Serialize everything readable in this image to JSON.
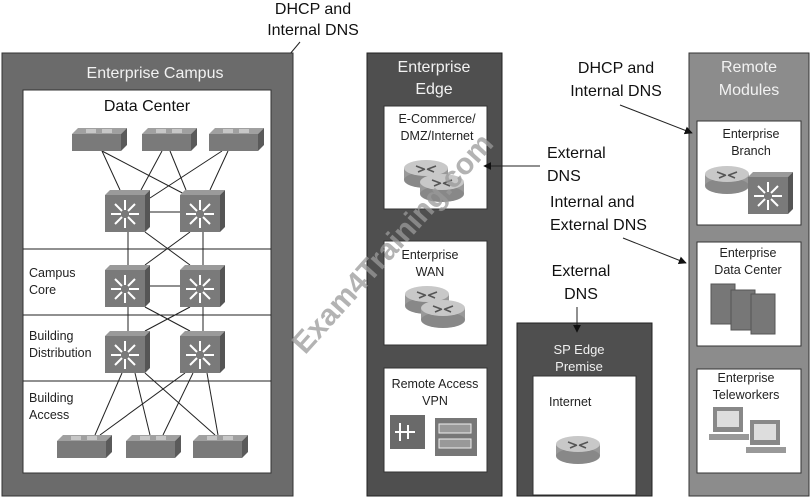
{
  "annotations": {
    "top_dhcp": [
      "DHCP and",
      "Internal DNS"
    ],
    "right_dhcp": [
      "DHCP and",
      "Internal DNS"
    ],
    "external_dns_1": [
      "External",
      "DNS"
    ],
    "internal_external_dns": [
      "Internal and",
      "External DNS"
    ],
    "external_dns_2": [
      "External",
      "DNS"
    ]
  },
  "campus": {
    "title": "Enterprise Campus",
    "data_center": "Data Center",
    "layers": [
      [
        "Campus",
        "Core"
      ],
      [
        "Building",
        "Distribution"
      ],
      [
        "Building",
        "Access"
      ]
    ]
  },
  "edge": {
    "title": [
      "Enterprise",
      "Edge"
    ],
    "modules": [
      [
        "E-Commerce/",
        "DMZ/Internet"
      ],
      [
        "Enterprise",
        "WAN"
      ],
      [
        "Remote Access",
        "VPN"
      ]
    ]
  },
  "sp_edge": {
    "title": [
      "SP Edge",
      "Premise"
    ],
    "module": "Internet"
  },
  "remote": {
    "title": [
      "Remote",
      "Modules"
    ],
    "modules": [
      [
        "Enterprise",
        "Branch"
      ],
      [
        "Enterprise",
        "Data Center"
      ],
      [
        "Enterprise",
        "Teleworkers"
      ]
    ]
  },
  "watermark": "Exam4Training.com",
  "colors": {
    "campus": "#6b6b6b",
    "edge": "#4f4f4f",
    "remote": "#8c8c8c",
    "device": "#7a7a7a"
  }
}
